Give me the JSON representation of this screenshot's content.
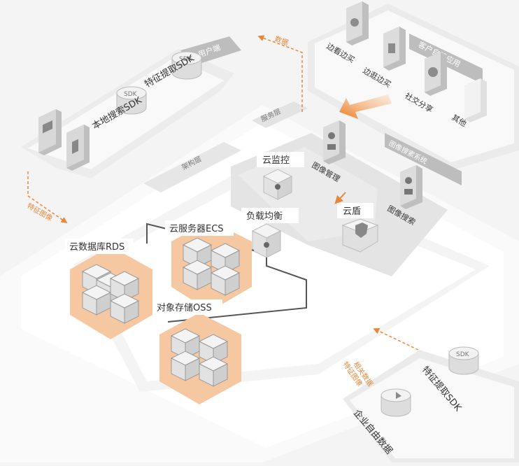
{
  "layers": {
    "user_side": "用户端",
    "service_layer": "服务层",
    "architecture_layer": "架构层"
  },
  "clients": {
    "feature_sdk": "特征提取SDK",
    "local_search_sdk": "本地搜索SDK",
    "sdk_badge": "SDK"
  },
  "customer_apps": {
    "title": "客户自建应用",
    "items": [
      "边看边买",
      "边逛边买",
      "社交分享",
      "其他"
    ]
  },
  "services": {
    "cloud_monitor": "云监控",
    "image_manage": "图像管理",
    "load_balance": "负载均衡",
    "cloud_shield": "云盾",
    "search_system": "图像搜索系统",
    "image_search": "图像搜索"
  },
  "infrastructure": {
    "rds": "云数据库RDS",
    "ecs": "云服务器ECS",
    "oss": "对象存储OSS"
  },
  "enterprise": {
    "feature_sdk": "特征提取SDK",
    "own_data": "企业自由数据",
    "sdk_badge": "SDK"
  },
  "flows": {
    "data": "数据",
    "feature_image": "特征图像",
    "feature_image_related": [
      "特征图像",
      "相关数据"
    ]
  }
}
